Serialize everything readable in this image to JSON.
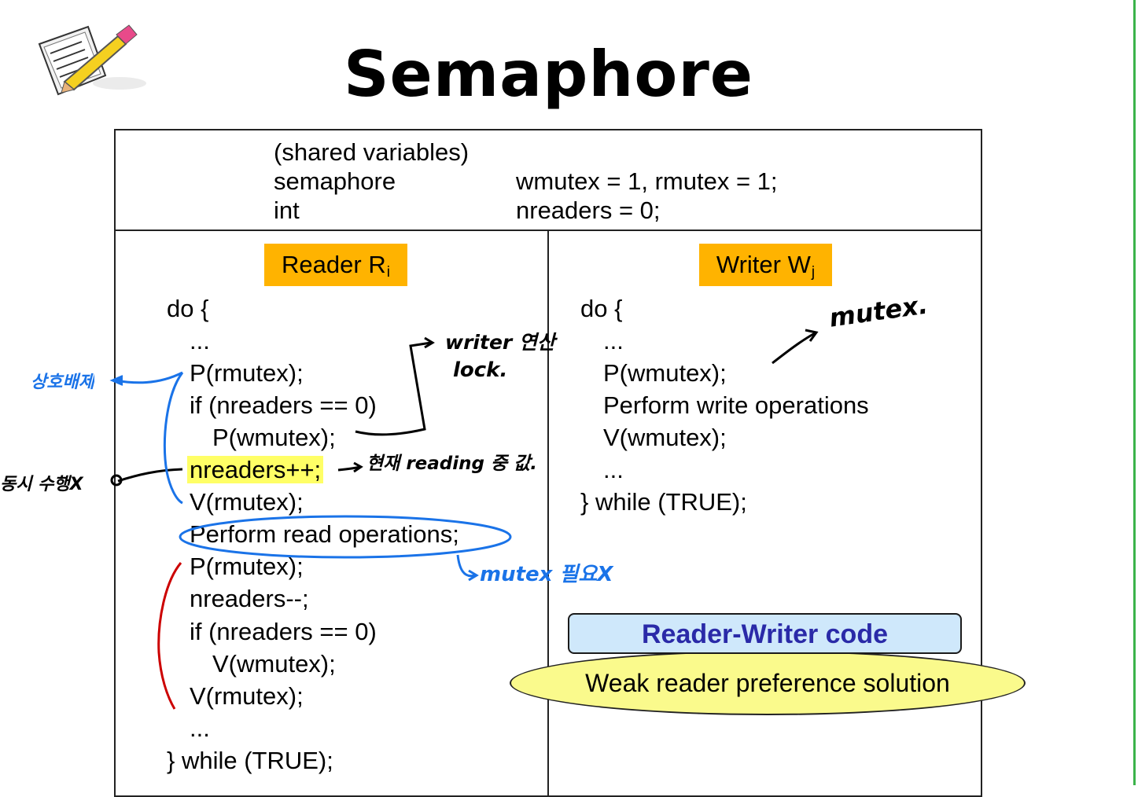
{
  "slide": {
    "title": "Semaphore",
    "shared": {
      "heading": "(shared variables)",
      "decl1_type": "semaphore",
      "decl1_value": "wmutex = 1, rmutex = 1;",
      "decl2_type": "int",
      "decl2_value": "nreaders = 0;"
    },
    "reader": {
      "header": "Reader R",
      "header_sub": "i",
      "lines": [
        "do {",
        "...",
        "P(rmutex);",
        "if (nreaders == 0)",
        "P(wmutex);",
        "nreaders++;",
        "V(rmutex);",
        "Perform read operations;",
        "P(rmutex);",
        "nreaders--;",
        "if (nreaders == 0)",
        "V(wmutex);",
        "V(rmutex);",
        "...",
        "} while (TRUE);"
      ]
    },
    "writer": {
      "header": "Writer W",
      "header_sub": "j",
      "lines": [
        "do {",
        "...",
        "P(wmutex);",
        "Perform write operations",
        "V(wmutex);",
        "...",
        "} while (TRUE);"
      ]
    },
    "callout_title": "Reader-Writer code",
    "callout_subtitle": "Weak reader preference solution"
  },
  "annotations": {
    "writer_lock_1": "writer 연산",
    "writer_lock_2": "lock.",
    "mutex_writer": "mutex.",
    "current_reading": "현재 reading 중 값.",
    "left_top": "상호배제",
    "left_mid": "동시 수행X",
    "mutex_needed": "mutex 필요X"
  },
  "colors": {
    "reader_header_bg": "#ffb300",
    "highlight": "#ffff66",
    "callout_bg": "#cfe8fb",
    "callout_text": "#2a2aa8",
    "ellipse_bg": "#fafa8c",
    "ink_black": "#000000",
    "ink_blue": "#1a73e8",
    "ink_red": "#cc0000",
    "edge_green": "#3bb34a"
  },
  "icons": {
    "logo": "notepad-pencil-icon"
  }
}
